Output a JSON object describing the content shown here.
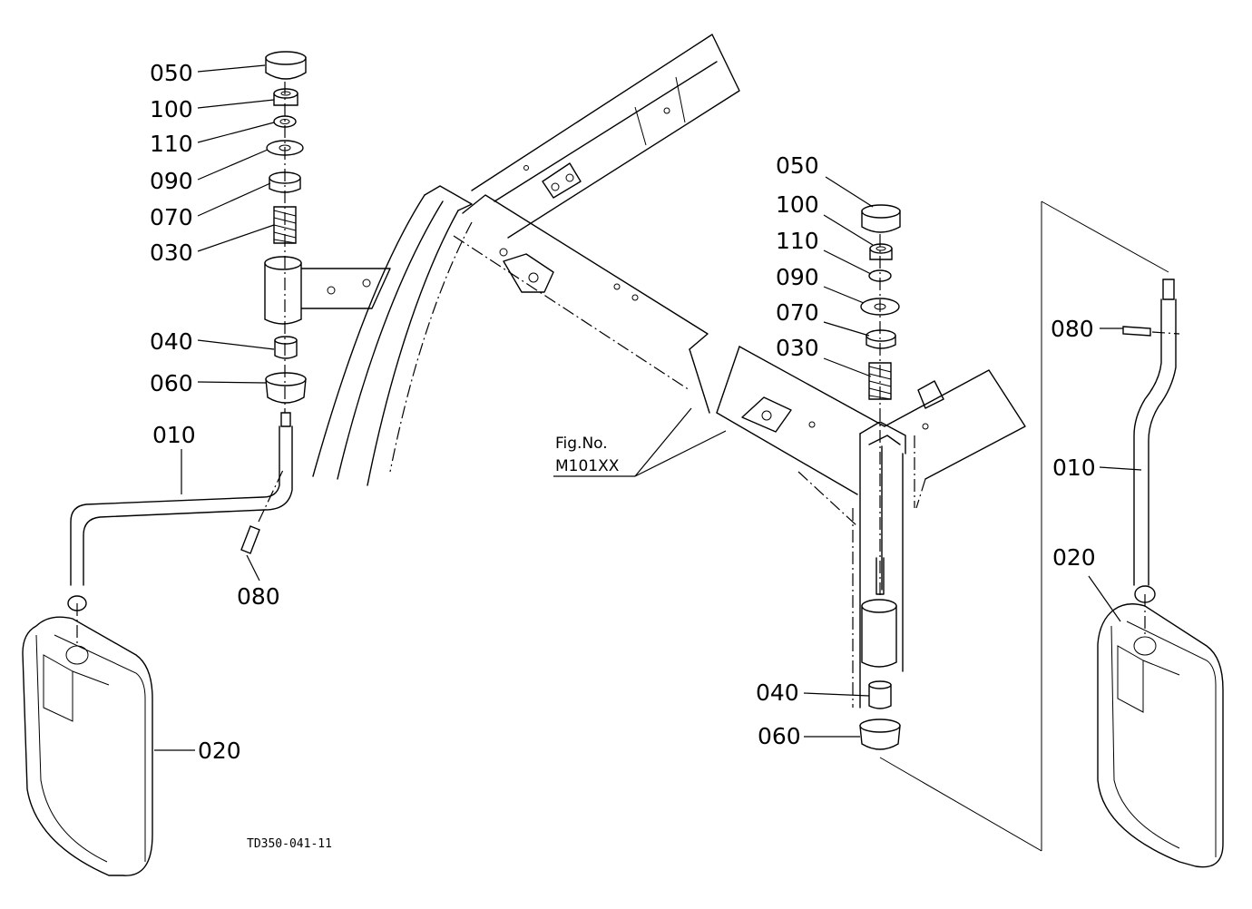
{
  "figure": {
    "ref_label_line1": "Fig.No.",
    "ref_label_line2": "M101XX",
    "drawing_code": "TD350-041-11"
  },
  "left_assembly": {
    "labels": [
      "050",
      "100",
      "110",
      "090",
      "070",
      "030",
      "040",
      "060",
      "010",
      "080",
      "020"
    ]
  },
  "right_assembly": {
    "labels": [
      "050",
      "100",
      "110",
      "090",
      "070",
      "030",
      "040",
      "060"
    ]
  },
  "side_view": {
    "labels": [
      "080",
      "010",
      "020"
    ]
  }
}
